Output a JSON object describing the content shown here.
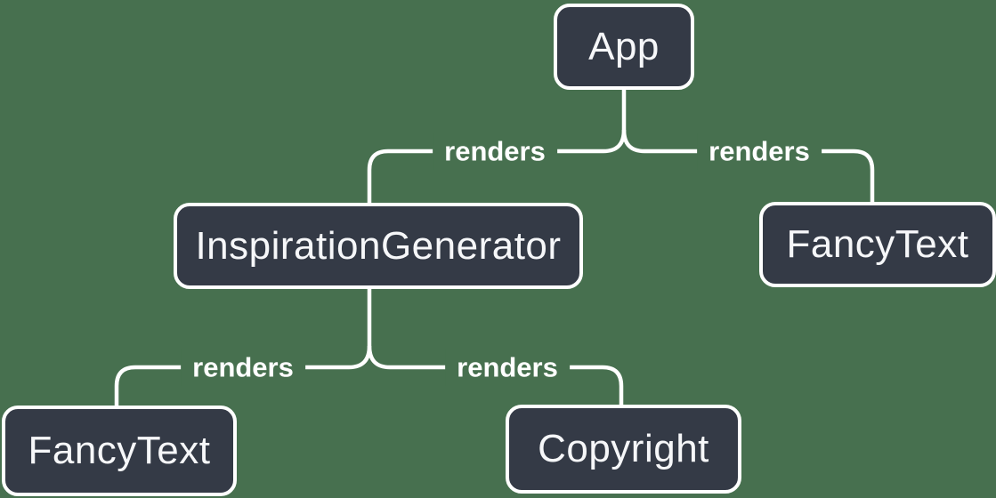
{
  "diagram": {
    "type": "component-render-tree",
    "nodes": [
      {
        "id": "app",
        "label": "App"
      },
      {
        "id": "inspiration-generator",
        "label": "InspirationGenerator"
      },
      {
        "id": "fancy-text-top",
        "label": "FancyText"
      },
      {
        "id": "fancy-text-bottom",
        "label": "FancyText"
      },
      {
        "id": "copyright",
        "label": "Copyright"
      }
    ],
    "edges": [
      {
        "from": "App",
        "to": "InspirationGenerator",
        "label": "renders"
      },
      {
        "from": "App",
        "to": "FancyText",
        "label": "renders"
      },
      {
        "from": "InspirationGenerator",
        "to": "FancyText",
        "label": "renders"
      },
      {
        "from": "InspirationGenerator",
        "to": "Copyright",
        "label": "renders"
      }
    ],
    "colors": {
      "background": "#47704F",
      "node_fill": "#343A46",
      "node_border": "#FFFFFF",
      "line": "#FFFFFF",
      "node_text": "#F6F7F9",
      "label_text": "#FFFFFF"
    }
  }
}
